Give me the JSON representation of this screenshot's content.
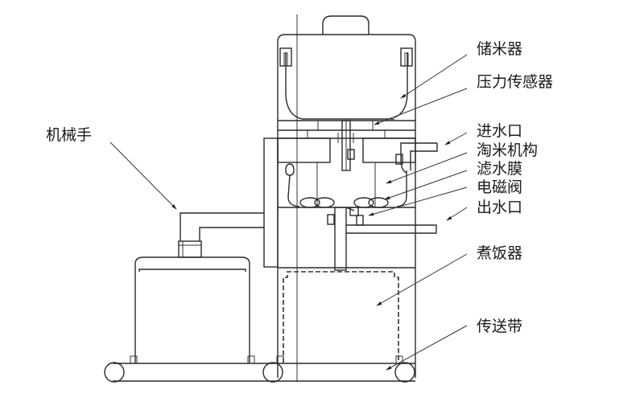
{
  "diagram": {
    "title": "",
    "labels": {
      "rice_storage": "储米器",
      "pressure_sensor": "压力传感器",
      "water_inlet": "进水口",
      "rice_washing_mechanism": "淘米机构",
      "filter_membrane": "滤水膜",
      "solenoid_valve": "电磁阀",
      "water_outlet": "出水口",
      "rice_cooker": "煮饭器",
      "conveyor_belt": "传送带",
      "robot_arm": "机械手"
    },
    "colors": {
      "line": "#2a2a2a",
      "background": "#ffffff"
    }
  }
}
